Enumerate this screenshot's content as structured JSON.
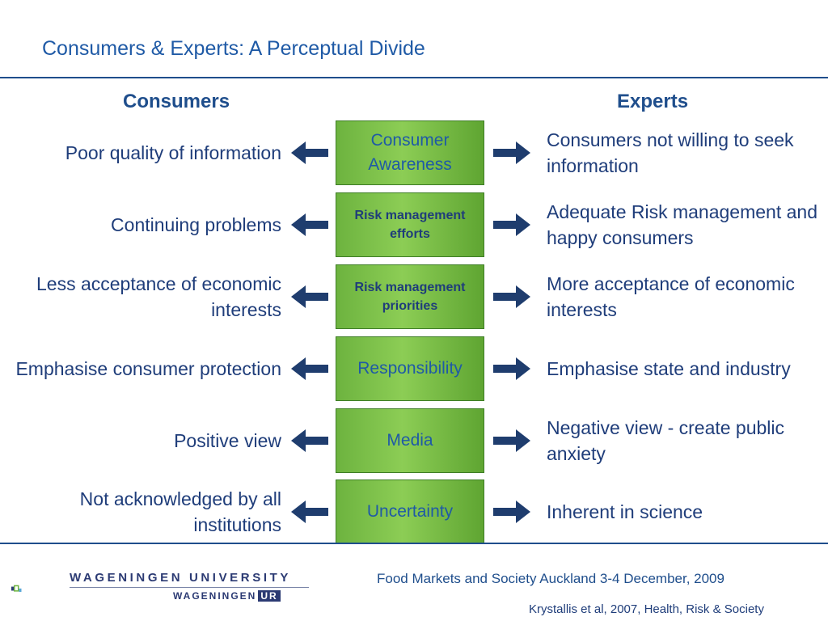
{
  "title": "Consumers & Experts: A Perceptual Divide",
  "headers": {
    "left": "Consumers",
    "right": "Experts"
  },
  "rows": [
    {
      "left": "Poor quality of information",
      "center": "Consumer Awareness",
      "right": "Consumers not willing to seek information"
    },
    {
      "left": "Continuing problems",
      "center": "Risk management efforts",
      "right": "Adequate Risk management and happy consumers"
    },
    {
      "left": "Less acceptance of economic interests",
      "center": "Risk management priorities",
      "right": "More acceptance of economic interests"
    },
    {
      "left": "Emphasise consumer protection",
      "center": "Responsibility",
      "right": "Emphasise state and industry"
    },
    {
      "left": "Positive view",
      "center": "Media",
      "right": "Negative view - create public anxiety"
    },
    {
      "left": "Not acknowledged by all institutions",
      "center": "Uncertainty",
      "right": "Inherent in science"
    }
  ],
  "footer": {
    "university": "WAGENINGEN UNIVERSITY",
    "sub_name": "WAGENINGEN",
    "sub_badge": "UR",
    "conference": "Food Markets and Society Auckland 3-4 December, 2009",
    "citation": "Krystallis et al, 2007, Health, Risk & Society"
  },
  "colors": {
    "box_green": "#6db33f",
    "arrow_navy": "#1f3d6e",
    "text_blue": "#1f4e8c"
  }
}
